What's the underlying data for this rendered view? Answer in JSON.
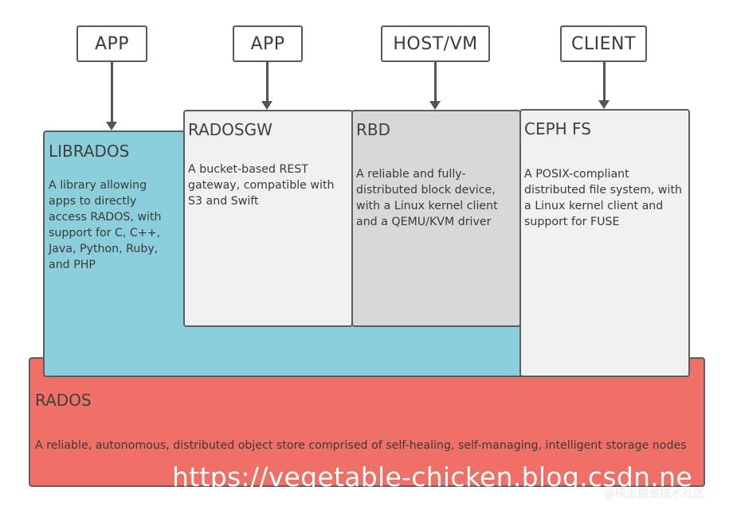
{
  "clients": [
    {
      "label": "APP"
    },
    {
      "label": "APP"
    },
    {
      "label": "HOST/VM"
    },
    {
      "label": "CLIENT"
    }
  ],
  "librados": {
    "title": "LIBRADOS",
    "description": "A library allowing apps to directly access RADOS, with support for C, C++, Java, Python, Ruby, and PHP"
  },
  "radosgw": {
    "title": "RADOSGW",
    "description": "A bucket-based REST gateway, compatible with S3 and Swift"
  },
  "rbd": {
    "title": "RBD",
    "description": "A reliable and fully-distributed block device, with a Linux kernel client and a QEMU/KVM driver"
  },
  "cephfs": {
    "title": "CEPH FS",
    "description": "A POSIX-compliant distributed file system, with a Linux kernel client and support for FUSE"
  },
  "rados": {
    "title": "RADOS",
    "description": "A reliable, autonomous, distributed object store comprised of self-healing, self-managing, intelligent storage nodes"
  },
  "watermark": {
    "url": "https://vegetable-chicken.blog.csdn.ne",
    "credit": "@稀土掘金技术社区"
  },
  "colors": {
    "librados": "#8ccfdc",
    "rados": "#f07067",
    "radosgw": "#eff0f0",
    "rbd": "#d7d8da",
    "cephfs": "#eff0f0",
    "border": "#5e5e5e"
  }
}
